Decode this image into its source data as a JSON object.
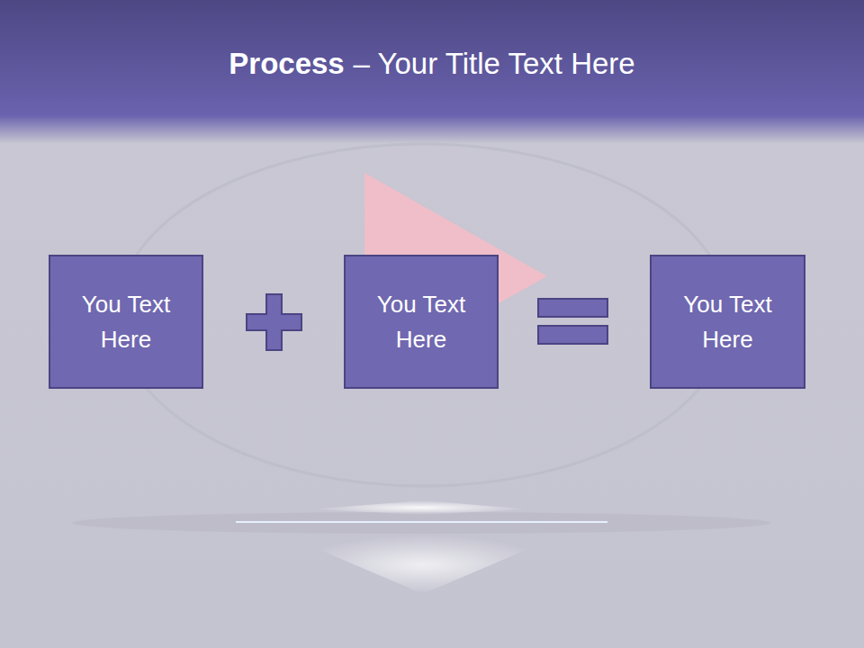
{
  "diagram": {
    "title": "Process",
    "nodes": [
      {
        "text": [
          "You Text Here"
        ]
      },
      {
        "text": [
          "You Text Here"
        ]
      },
      {
        "text": [
          "You Text Here"
        ]
      }
    ],
    "labels": [
      "– Your Title Text Here"
    ]
  }
}
